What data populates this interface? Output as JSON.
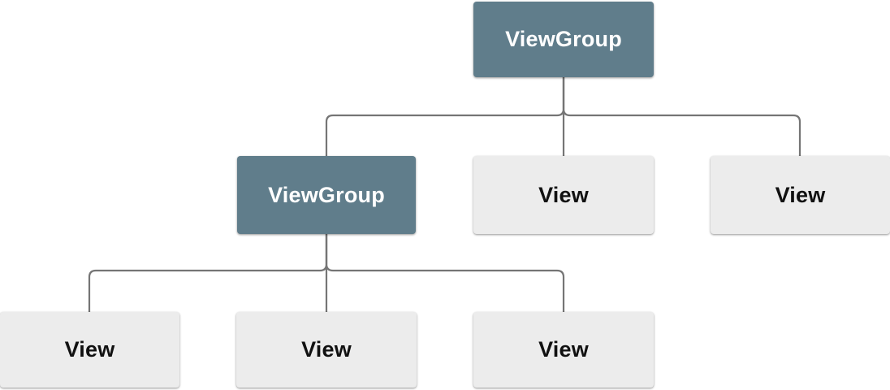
{
  "diagram": {
    "type": "tree",
    "description": "View hierarchy tree with ViewGroup and View nodes",
    "colors": {
      "viewgroup_fill": "#607d8b",
      "viewgroup_text": "#ffffff",
      "view_fill": "#ececec",
      "view_text": "#111111",
      "connector": "#757575",
      "background": "#ffffff"
    },
    "nodes": [
      {
        "id": "viewgroup-root",
        "label": "ViewGroup",
        "kind": "viewgroup",
        "row": 1
      },
      {
        "id": "viewgroup-child",
        "label": "ViewGroup",
        "kind": "viewgroup",
        "row": 2
      },
      {
        "id": "view-row2-mid",
        "label": "View",
        "kind": "view",
        "row": 2
      },
      {
        "id": "view-row2-right",
        "label": "View",
        "kind": "view",
        "row": 2
      },
      {
        "id": "view-leaf-left",
        "label": "View",
        "kind": "view",
        "row": 3
      },
      {
        "id": "view-leaf-mid",
        "label": "View",
        "kind": "view",
        "row": 3
      },
      {
        "id": "view-leaf-right",
        "label": "View",
        "kind": "view",
        "row": 3
      }
    ],
    "edges": [
      {
        "from": "viewgroup-root",
        "to": "viewgroup-child"
      },
      {
        "from": "viewgroup-root",
        "to": "view-row2-mid"
      },
      {
        "from": "viewgroup-root",
        "to": "view-row2-right"
      },
      {
        "from": "viewgroup-child",
        "to": "view-leaf-left"
      },
      {
        "from": "viewgroup-child",
        "to": "view-leaf-mid"
      },
      {
        "from": "viewgroup-child",
        "to": "view-leaf-right"
      }
    ]
  }
}
